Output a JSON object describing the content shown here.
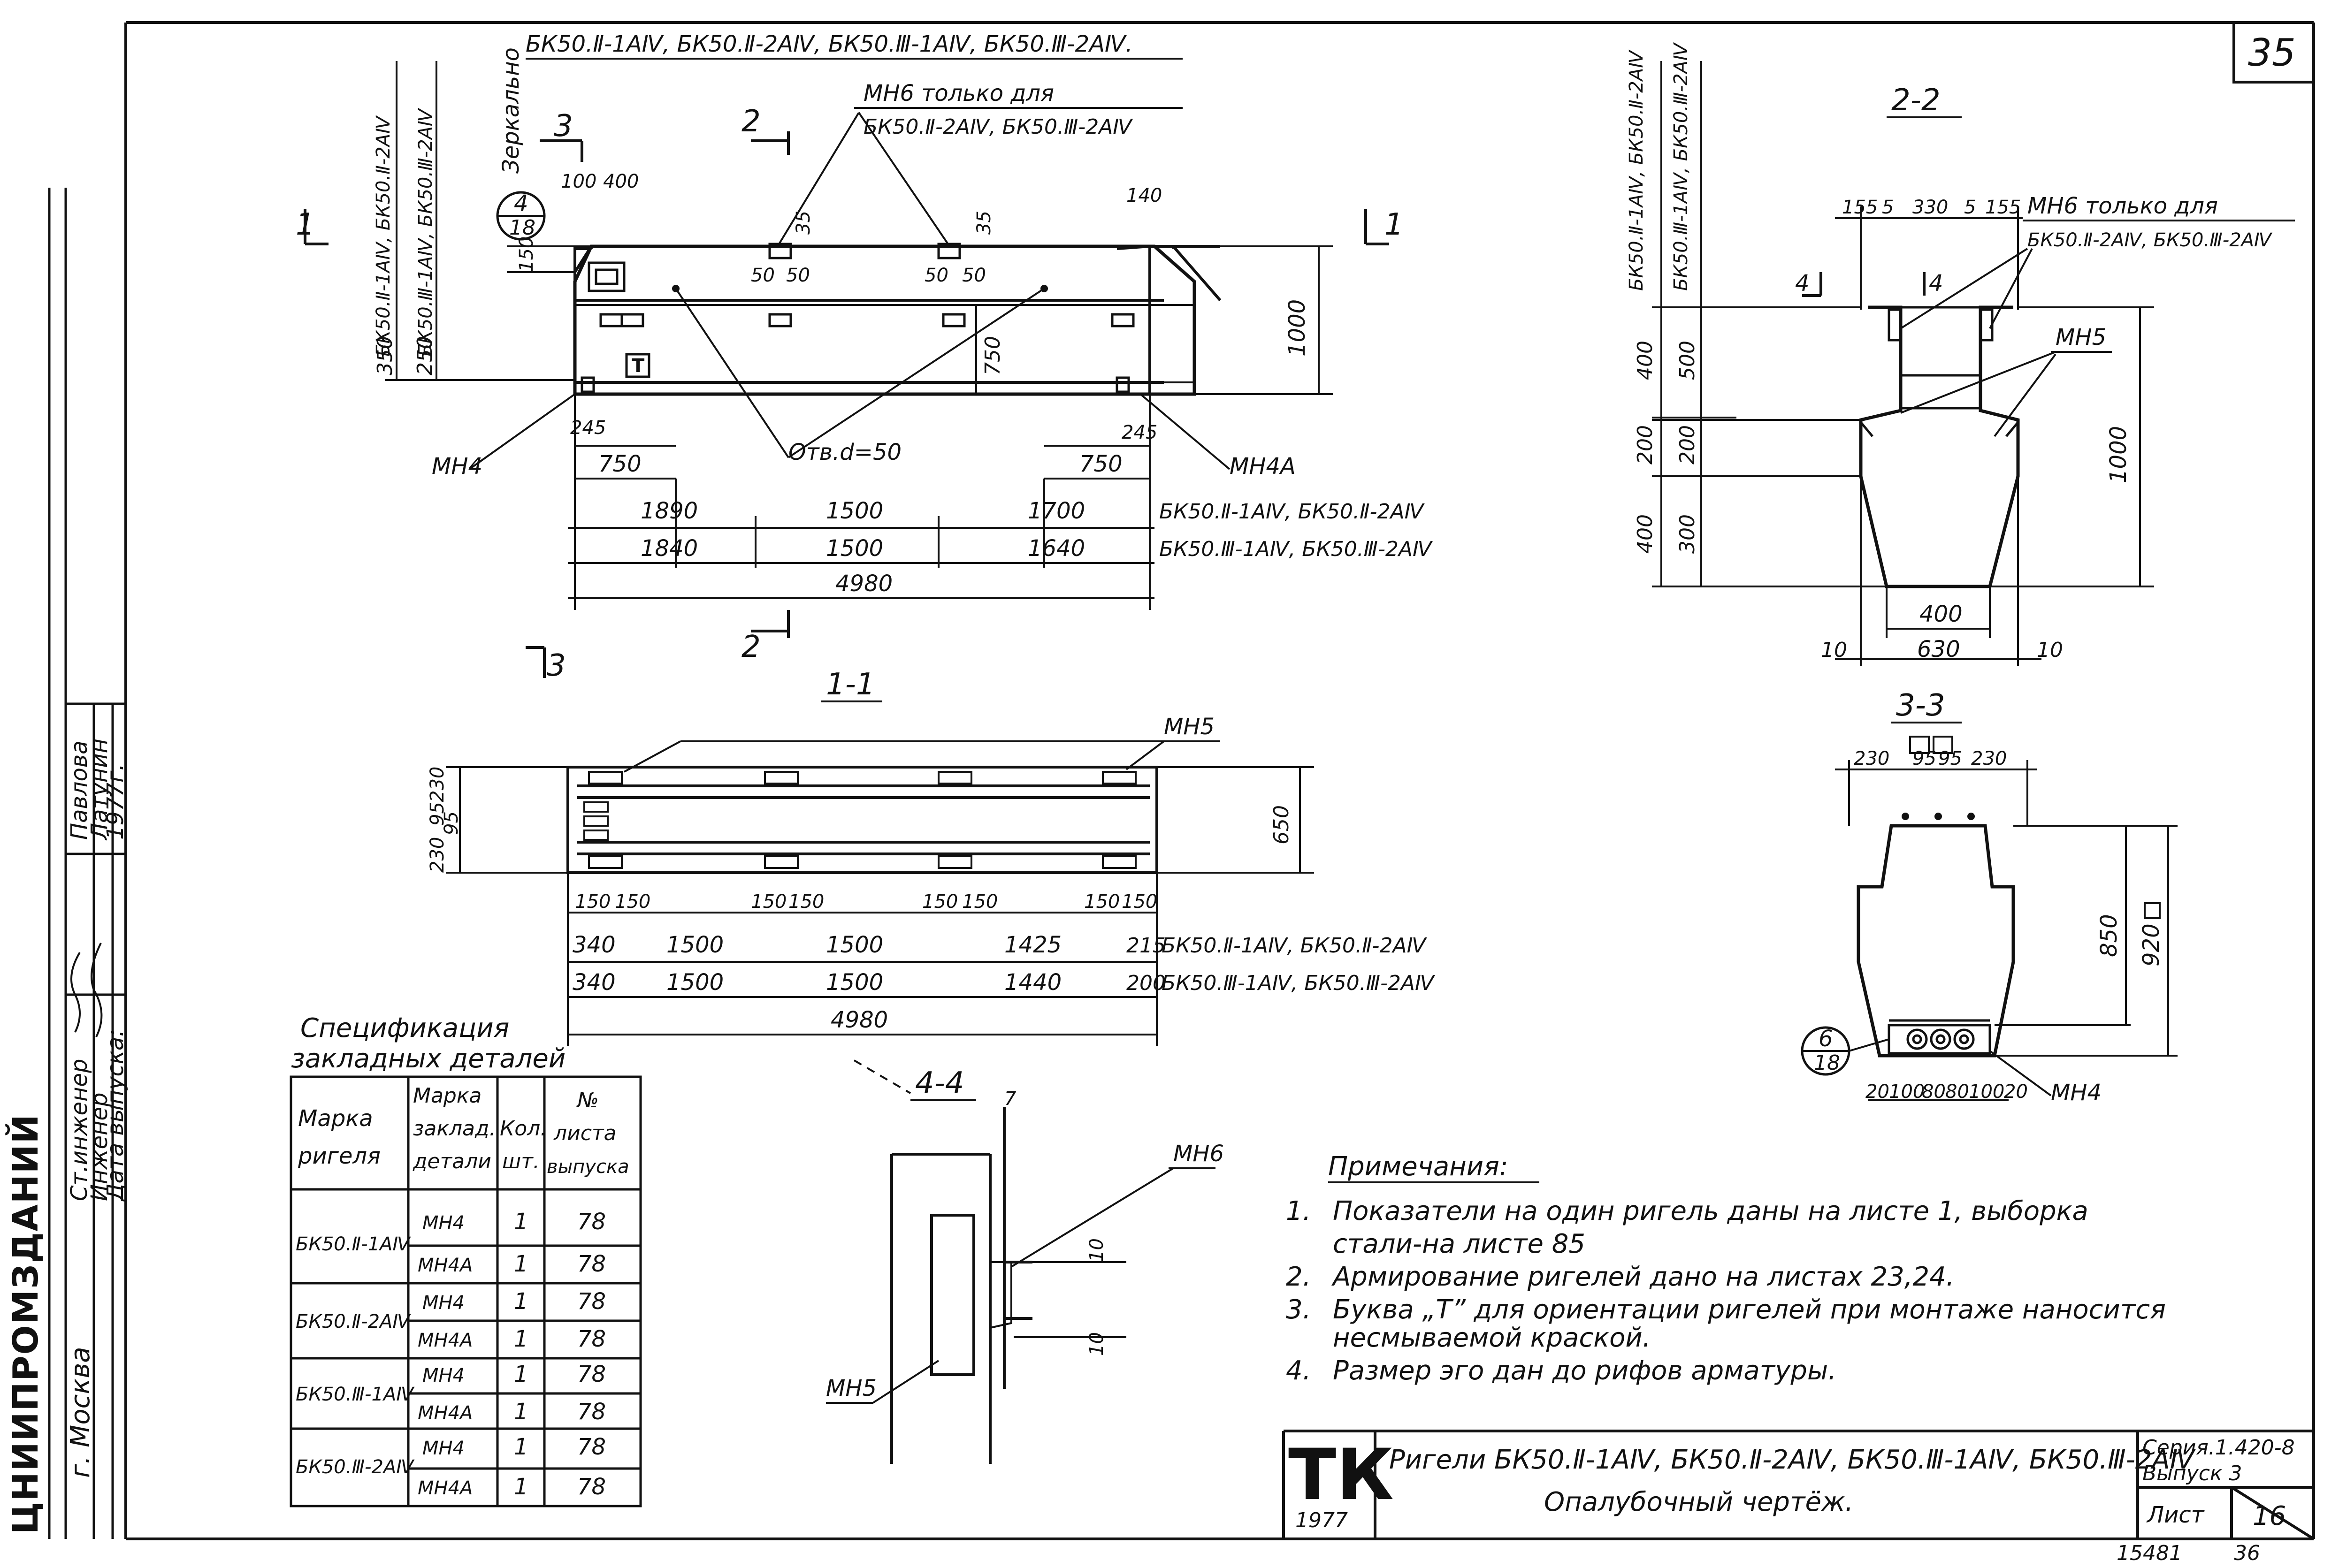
{
  "sheet": {
    "number": "35",
    "footer_left": "15481",
    "footer_right": "36"
  },
  "side_stamp": {
    "org": "ЦНИИПРОМЗДАНИЙ",
    "city": "г. Москва",
    "role1": "Ст.инженер",
    "name1": "Павлова",
    "role2": "Инженер",
    "name2": "Латунин",
    "role3": "Дата выпуска:",
    "date": "1977г."
  },
  "elevation": {
    "title": "БК50.Ⅱ-1АⅣ, БК50.Ⅱ-2АⅣ, БК50.Ⅲ-1АⅣ, БК50.Ⅲ-2АⅣ.",
    "mn6_note": "МН6 только для",
    "mn6_marks": "БК50.Ⅱ-2АⅣ, БК50.Ⅲ-2АⅣ",
    "mirror": "Зеркально",
    "vert_marks_a": "БК50.Ⅱ-1АⅣ, БК50.Ⅱ-2АⅣ",
    "vert_marks_b": "БК50.Ⅲ-1АⅣ, БК50.Ⅲ-2АⅣ",
    "hole": "Отв.d=50",
    "letter": "Т",
    "callout_top": "4",
    "callout_bottom": "18",
    "sec1": "1",
    "sec2": "2",
    "sec3": "3",
    "mn4": "МН4",
    "mn4a": "МН4А",
    "d100": "100",
    "d400": "400",
    "d140": "140",
    "d35": "35",
    "d50": "50",
    "d150": "150",
    "d350": "350",
    "d250": "250",
    "d750": "750",
    "d1000": "1000",
    "d245": "245",
    "row1": [
      "1890",
      "1500",
      "1700"
    ],
    "row1_marks": "БК50.Ⅱ-1АⅣ, БК50.Ⅱ-2АⅣ",
    "row2": [
      "1840",
      "1500",
      "1640"
    ],
    "row2_marks": "БК50.Ⅲ-1АⅣ, БК50.Ⅲ-2АⅣ",
    "total": "4980"
  },
  "plan": {
    "title": "1-1",
    "mn5": "МН5",
    "d230": "230",
    "d95": "95",
    "d650": "650",
    "d150": "150",
    "row1": [
      "340",
      "1500",
      "1500",
      "1425",
      "215"
    ],
    "row1_marks": "БК50.Ⅱ-1АⅣ, БК50.Ⅱ-2АⅣ",
    "row2": [
      "340",
      "1500",
      "1500",
      "1440",
      "200"
    ],
    "row2_marks": "БК50.Ⅲ-1АⅣ, БК50.Ⅲ-2АⅣ",
    "total": "4980"
  },
  "section22": {
    "title": "2-2",
    "vert_a": "БК50.Ⅱ-1АⅣ, БК50.Ⅱ-2АⅣ",
    "vert_b": "БК50.Ⅲ-1АⅣ, БК50.Ⅲ-2АⅣ",
    "top_dims": [
      "155",
      "5",
      "330",
      "5",
      "155"
    ],
    "mn6_note": "МН6 только для",
    "mn6_marks": "БК50.Ⅱ-2АⅣ, БК50.Ⅲ-2АⅣ",
    "mn5": "МН5",
    "left_a": [
      "400",
      "200",
      "400"
    ],
    "left_b": [
      "500",
      "200",
      "300"
    ],
    "d1000": "1000",
    "d400": "400",
    "d630": "630",
    "d10": "10",
    "sec4": "4"
  },
  "section33": {
    "title": "3-3",
    "top_dims": [
      "230",
      "95",
      "95",
      "230"
    ],
    "d850": "850",
    "d920": "920",
    "callout_top": "6",
    "callout_bottom": "18",
    "mn4": "МН4",
    "bottom_dims": [
      "20",
      "100",
      "80",
      "80",
      "100",
      "20"
    ]
  },
  "section44": {
    "title": "4-4",
    "mn6": "МН6",
    "mn5": "МН5",
    "d7": "7",
    "d10": "10"
  },
  "spec": {
    "title1": "Спецификация",
    "title2": "закладных деталей",
    "headers": {
      "c1a": "Марка",
      "c1b": "ригеля",
      "c2a": "Марка",
      "c2b": "заклад.",
      "c2c": "детали",
      "c3a": "Кол.",
      "c3b": "шт.",
      "c4a": "№",
      "c4b": "листа",
      "c4c": "выпуска"
    },
    "rows": [
      {
        "mark": "БК50.Ⅱ-1АⅣ",
        "d1": "МН4",
        "q1": "1",
        "s1": "78",
        "d2": "МН4А",
        "q2": "1",
        "s2": "78"
      },
      {
        "mark": "БК50.Ⅱ-2АⅣ",
        "d1": "МН4",
        "q1": "1",
        "s1": "78",
        "d2": "МН4А",
        "q2": "1",
        "s2": "78"
      },
      {
        "mark": "БК50.Ⅲ-1АⅣ",
        "d1": "МН4",
        "q1": "1",
        "s1": "78",
        "d2": "МН4А",
        "q2": "1",
        "s2": "78"
      },
      {
        "mark": "БК50.Ⅲ-2АⅣ",
        "d1": "МН4",
        "q1": "1",
        "s1": "78",
        "d2": "МН4А",
        "q2": "1",
        "s2": "78"
      }
    ]
  },
  "notes": {
    "title": "Примечания:",
    "n1_num": "1.",
    "n1a": "Показатели на один ригель даны на листе 1, выборка",
    "n1b": "стали-на листе 85",
    "n2_num": "2.",
    "n2": "Армирование ригелей дано на листах 23,24.",
    "n3_num": "3.",
    "n3a": "Буква „Т” для ориентации ригелей при монтаже наносится",
    "n3b": "несмываемой краской.",
    "n4_num": "4.",
    "n4": "Размер эго дан до рифов арматуры."
  },
  "titleblock": {
    "logo": "ТК",
    "year": "1977",
    "line1": "Ригели БК50.Ⅱ-1АⅣ, БК50.Ⅱ-2АⅣ, БК50.Ⅲ-1АⅣ, БК50.Ⅲ-2АⅣ",
    "line2": "Опалубочный чертёж.",
    "series": "Серия.1.420-8",
    "issue": "Выпуск 3",
    "sheet_label": "Лист",
    "sheet_no": "16"
  }
}
